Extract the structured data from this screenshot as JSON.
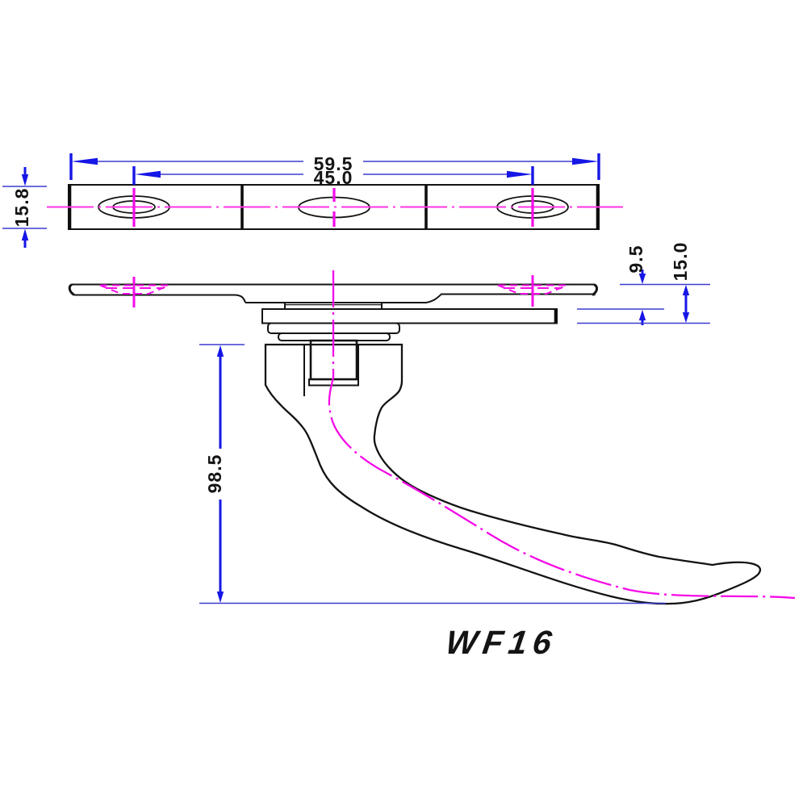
{
  "drawing": {
    "product_code": "WF16",
    "type_label": "window-fastener-technical-drawing",
    "dimensions": {
      "overall_width": "59.5",
      "hole_centres": "45.0",
      "plate_width": "15.8",
      "collar_height": "9.5",
      "overall_depth": "15.0",
      "handle_length": "98.5"
    },
    "colors": {
      "outline": "#131313",
      "centerline": "#f50be8",
      "dimension_line": "#3c3cd0",
      "dimension_accent": "#1616e6",
      "text": "#141414",
      "background": "#ffffff"
    }
  }
}
